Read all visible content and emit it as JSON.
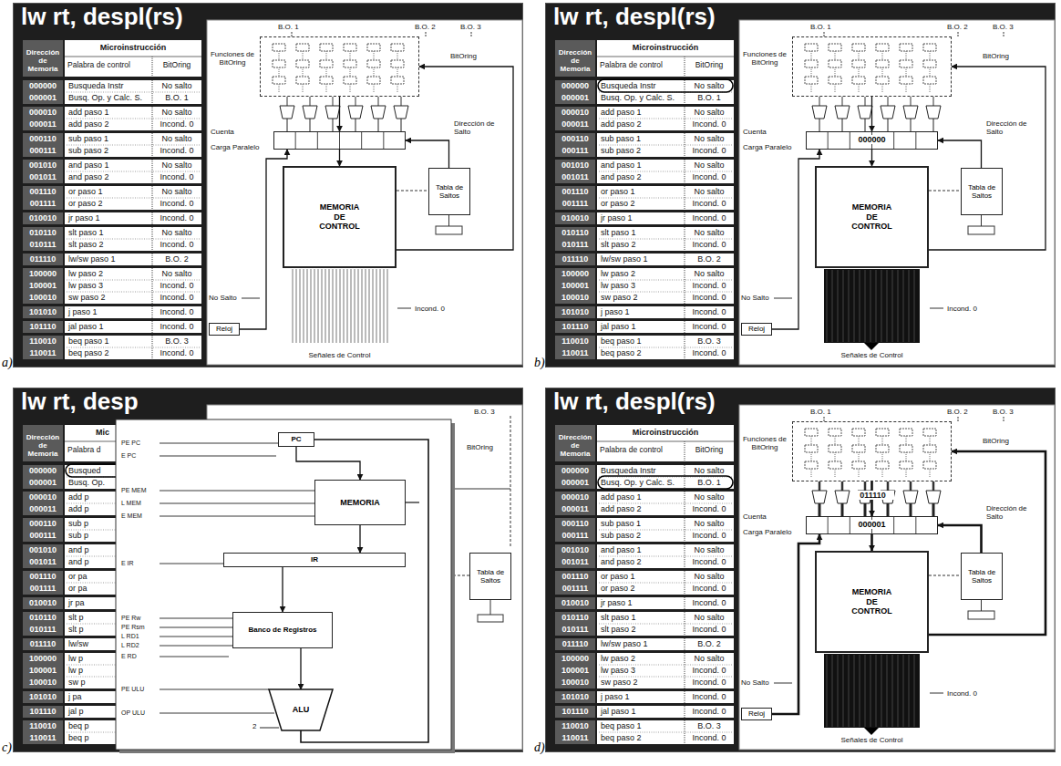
{
  "diagram": {
    "nodes": [
      {
        "text": [
          "lw rt, despl(rs)"
        ]
      },
      {
        "text": [
          "Funciones de BitOring"
        ],
        "in": 0
      },
      {
        "text": [
          "Cuenta",
          "Carga Paralelo"
        ],
        "in": 0
      },
      {
        "text": [
          "MEMORIA DE CONTROL"
        ],
        "in": 0
      },
      {
        "text": [
          "Tabla de Saltos"
        ],
        "in": 0
      },
      {
        "text": [
          "Reloj"
        ],
        "in": 0
      },
      {
        "text": [
          "lw rt, despl(rs)"
        ]
      },
      {
        "text": [
          "Funciones de BitOring"
        ],
        "in": 6
      },
      {
        "text": [
          "Cuenta",
          "Carga Paralelo",
          "000000"
        ],
        "in": 6
      },
      {
        "text": [
          "MEMORIA DE CONTROL"
        ],
        "in": 6
      },
      {
        "text": [
          "Tabla de Saltos"
        ],
        "in": 6
      },
      {
        "text": [
          "Reloj"
        ],
        "in": 6
      },
      {
        "text": [
          "lw rt, desp"
        ]
      },
      {
        "text": [
          "Tabla de Saltos"
        ],
        "in": 12
      },
      {
        "text": [
          "PC"
        ],
        "in": 12
      },
      {
        "text": [
          "MEMORIA"
        ],
        "in": 12
      },
      {
        "text": [
          "IR"
        ],
        "in": 12
      },
      {
        "text": [
          "Banco de Registros"
        ],
        "in": 12
      },
      {
        "text": [
          "ALU"
        ],
        "in": 12
      },
      {
        "text": [
          "lw rt, despl(rs)"
        ]
      },
      {
        "text": [
          "Funciones de BitOring"
        ],
        "in": 19
      },
      {
        "text": [
          "Cuenta",
          "Carga Paralelo",
          "000001"
        ],
        "in": 19
      },
      {
        "text": [
          "MEMORIA DE CONTROL"
        ],
        "in": 19
      },
      {
        "text": [
          "Tabla de Saltos"
        ],
        "in": 19
      },
      {
        "text": [
          "Reloj"
        ],
        "in": 19
      }
    ],
    "edges": [
      {
        "from": 1,
        "to": 2,
        "arrow": "to"
      },
      {
        "from": 4,
        "to": 2,
        "arrow": "to",
        "label": "Dirección de Salto"
      },
      {
        "from": 2,
        "to": 3,
        "arrow": "to"
      },
      {
        "from": 3,
        "to": 1,
        "arrow": "to",
        "label": "BitOring"
      },
      {
        "from": 5,
        "to": 2,
        "arrow": "to"
      },
      {
        "from": 7,
        "to": 8,
        "arrow": "to"
      },
      {
        "from": 10,
        "to": 8,
        "arrow": "to",
        "label": "Dirección de Salto"
      },
      {
        "from": 8,
        "to": 9,
        "arrow": "to"
      },
      {
        "from": 9,
        "to": 7,
        "arrow": "to",
        "label": "BitOring"
      },
      {
        "from": 11,
        "to": 8,
        "arrow": "to"
      },
      {
        "from": 14,
        "to": 15,
        "arrow": "to"
      },
      {
        "from": 15,
        "to": 16,
        "arrow": "to"
      },
      {
        "from": 16,
        "to": 17,
        "arrow": "to"
      },
      {
        "from": 17,
        "to": 18,
        "arrow": "to"
      },
      {
        "from": 20,
        "to": 21,
        "arrow": "to"
      },
      {
        "from": 23,
        "to": 21,
        "arrow": "to",
        "label": "Dirección de Salto"
      },
      {
        "from": 21,
        "to": 22,
        "arrow": "to"
      },
      {
        "from": 22,
        "to": 20,
        "arrow": "to",
        "label": "BitOring"
      },
      {
        "from": 24,
        "to": 21,
        "arrow": "to"
      }
    ],
    "labels": [
      "a)",
      "Dirección de Memoria",
      "Microinstrucción",
      "Palabra de control",
      "BitOring",
      "000000",
      "Busqueda Instr",
      "No salto",
      "000001",
      "Busq. Op. y Calc. S.",
      "B.O. 1",
      "000010",
      "add paso 1",
      "No salto",
      "000011",
      "add paso 2",
      "Incond. 0",
      "000110",
      "sub paso 1",
      "No salto",
      "000111",
      "sub paso 2",
      "Incond. 0",
      "001010",
      "and paso 1",
      "No salto",
      "001011",
      "and paso 2",
      "Incond. 0",
      "001110",
      "or paso 1",
      "No salto",
      "001111",
      "or paso 2",
      "Incond. 0",
      "010010",
      "jr paso 1",
      "Incond. 0",
      "010110",
      "slt paso 1",
      "No salto",
      "010111",
      "slt paso 2",
      "Incond. 0",
      "011110",
      "lw/sw paso 1",
      "B.O. 2",
      "100000",
      "lw paso 2",
      "No salto",
      "100001",
      "lw paso 3",
      "Incond. 0",
      "100010",
      "sw paso 2",
      "Incond. 0",
      "101010",
      "j paso 1",
      "Incond. 0",
      "101110",
      "jal paso 1",
      "Incond. 0",
      "110010",
      "beq paso 1",
      "B.O. 3",
      "110011",
      "beq paso 2",
      "Incond. 0",
      "B.O. 1",
      "B.O. 2",
      "B.O. 3",
      "No Salto",
      "Incond. 0",
      "Señales de Control",
      "b)",
      "Dirección de Memoria",
      "Microinstrucción",
      "Palabra de control",
      "BitOring",
      "000000",
      "Busqueda Instr",
      "No salto",
      "000001",
      "Busq. Op. y Calc. S.",
      "B.O. 1",
      "000010",
      "add paso 1",
      "No salto",
      "000011",
      "add paso 2",
      "Incond. 0",
      "000110",
      "sub paso 1",
      "No salto",
      "000111",
      "sub paso 2",
      "Incond. 0",
      "001010",
      "and paso 1",
      "No salto",
      "001011",
      "and paso 2",
      "Incond. 0",
      "001110",
      "or paso 1",
      "No salto",
      "001111",
      "or paso 2",
      "Incond. 0",
      "010010",
      "jr paso 1",
      "Incond. 0",
      "010110",
      "slt paso 1",
      "No salto",
      "010111",
      "slt paso 2",
      "Incond. 0",
      "011110",
      "lw/sw paso 1",
      "B.O. 2",
      "100000",
      "lw paso 2",
      "No salto",
      "100001",
      "lw paso 3",
      "Incond. 0",
      "100010",
      "sw paso 2",
      "Incond. 0",
      "101010",
      "j paso 1",
      "Incond. 0",
      "101110",
      "jal paso 1",
      "Incond. 0",
      "110010",
      "beq paso 1",
      "B.O. 3",
      "110011",
      "beq paso 2",
      "Incond. 0",
      "B.O. 1",
      "B.O. 2",
      "B.O. 3",
      "No Salto",
      "Incond. 0",
      "Señales de Control",
      "c)",
      "Dirección de Memoria",
      "Mic",
      "Palabra d",
      "000000",
      "Busqued",
      "000001",
      "Busq. Op.",
      "000010",
      "add p",
      "000011",
      "add p",
      "000110",
      "sub p",
      "000111",
      "sub p",
      "001010",
      "and p",
      "001011",
      "and p",
      "001110",
      "or pa",
      "001111",
      "or pa",
      "010010",
      "jr pa",
      "010110",
      "slt p",
      "010111",
      "slt p",
      "011110",
      "lw/sw",
      "100000",
      "lw p",
      "100001",
      "lw p",
      "100010",
      "sw p",
      "101010",
      "j pa",
      "101110",
      "jal p",
      "110010",
      "beq p",
      "110011",
      "beq p",
      "PE PC",
      "E PC",
      "PE MEM",
      "L MEM",
      "E MEM",
      "E IR",
      "PE Rw",
      "PE Rsm",
      "L RD1",
      "L RD2",
      "E RD",
      "PE ULU",
      "OP ULU",
      "2",
      "B.O. 3",
      "BitOring",
      "d)",
      "Dirección de Memoria",
      "Microinstrucción",
      "Palabra de control",
      "BitOring",
      "000000",
      "Busqueda Instr",
      "No salto",
      "000001",
      "Busq. Op. y Calc. S.",
      "B.O. 1",
      "000010",
      "add paso 1",
      "No salto",
      "000011",
      "add paso 2",
      "Incond. 0",
      "000110",
      "sub paso 1",
      "No salto",
      "000111",
      "sub paso 2",
      "Incond. 0",
      "001010",
      "and paso 1",
      "No salto",
      "001011",
      "and paso 2",
      "Incond. 0",
      "001110",
      "or paso 1",
      "No salto",
      "001111",
      "or paso 2",
      "Incond. 0",
      "010010",
      "jr paso 1",
      "Incond. 0",
      "010110",
      "slt paso 1",
      "No salto",
      "010111",
      "slt paso 2",
      "Incond. 0",
      "011110",
      "lw/sw paso 1",
      "B.O. 2",
      "100000",
      "lw paso 2",
      "No salto",
      "100001",
      "lw paso 3",
      "Incond. 0",
      "100010",
      "sw paso 2",
      "Incond. 0",
      "101010",
      "j paso 1",
      "Incond. 0",
      "101110",
      "jal paso 1",
      "Incond. 0",
      "110010",
      "beq paso 1",
      "B.O. 3",
      "110011",
      "beq paso 2",
      "Incond. 0",
      "B.O. 1",
      "B.O. 2",
      "B.O. 3",
      "No Salto",
      "Incond. 0",
      "Señales de Control",
      "011110"
    ]
  }
}
